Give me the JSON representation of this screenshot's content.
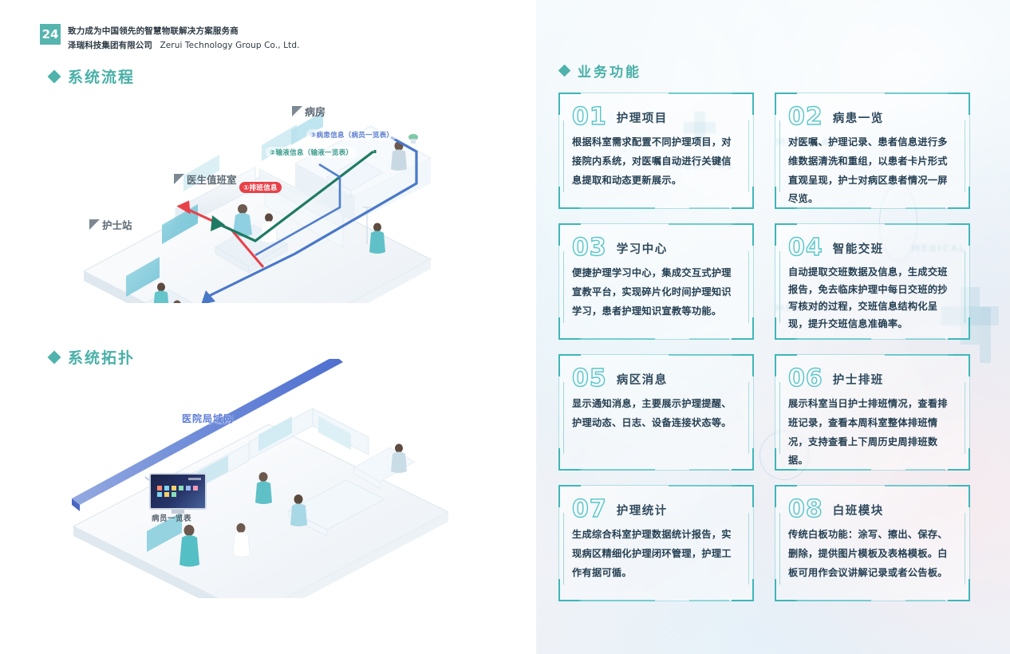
{
  "header": {
    "page_number": "24",
    "slogan_cn": "致力成为中国领先的智慧物联解决方案服务商",
    "company_cn": "泽瑞科技集团有限公司",
    "company_en": "Zerui Technology Group Co., Ltd."
  },
  "sections": {
    "flow_title": "系统流程",
    "topology_title": "系统拓扑",
    "functions_title": "业务功能"
  },
  "flow_diagram": {
    "rooms": [
      {
        "label": "病房"
      },
      {
        "label": "医生值班室"
      },
      {
        "label": "护士站"
      }
    ],
    "annotations": [
      {
        "label": "①排班信息",
        "color": "#e8414a"
      },
      {
        "label": "②输液信息（输液一览表）",
        "color": "#3e9e8f"
      },
      {
        "label": "③病患信息（病员一览表）",
        "color": "#5d7fd0"
      }
    ]
  },
  "topology_diagram": {
    "network_label": "医院局域网",
    "monitor_label": "病员一览表"
  },
  "colors": {
    "accent_teal": "#49b0a8",
    "card_border": "#3fb6b9",
    "page_badge": "#56b5ae",
    "arrow_red": "#e8414a",
    "arrow_green": "#1f7a63",
    "arrow_blue": "#4a78c8",
    "lan_blue": "#5d7cd6"
  },
  "cards": [
    {
      "number": "01",
      "title": "护理项目",
      "body": "根据科室需求配置不同护理项目，对接院内系统，对医嘱自动进行关键信息提取和动态更新展示。"
    },
    {
      "number": "02",
      "title": "病患一览",
      "body": "对医嘱、护理记录、患者信息进行多维数据清洗和重组，以患者卡片形式直观呈现，护士对病区患者情况一屏尽览。"
    },
    {
      "number": "03",
      "title": "学习中心",
      "body": "便捷护理学习中心，集成交互式护理宣教平台，实现碎片化时间护理知识学习，患者护理知识宣教等功能。"
    },
    {
      "number": "04",
      "title": "智能交班",
      "body": "自动提取交班数据及信息，生成交班报告，免去临床护理中每日交班的抄写核对的过程，交班信息结构化呈现，提升交班信息准确率。"
    },
    {
      "number": "05",
      "title": "病区消息",
      "body": "显示通知消息，主要展示护理提醒、护理动态、日志、设备连接状态等。"
    },
    {
      "number": "06",
      "title": "护士排班",
      "body": "展示科室当日护士排班情况，查看排班记录，查看本周科室整体排班情况，支持查看上下周历史周排班数据。"
    },
    {
      "number": "07",
      "title": "护理统计",
      "body": "生成综合科室护理数据统计报告，实现病区精细化护理闭环管理，护理工作有据可循。"
    },
    {
      "number": "08",
      "title": "白班模块",
      "body": "传统白板功能：涂写、擦出、保存、删除，提供图片模板及表格模板。白板可用作会议讲解记录或者公告板。"
    }
  ],
  "deco_words": [
    "MEDICAL",
    "MEDICAL",
    "MEDICAL",
    "MEDICAL"
  ]
}
